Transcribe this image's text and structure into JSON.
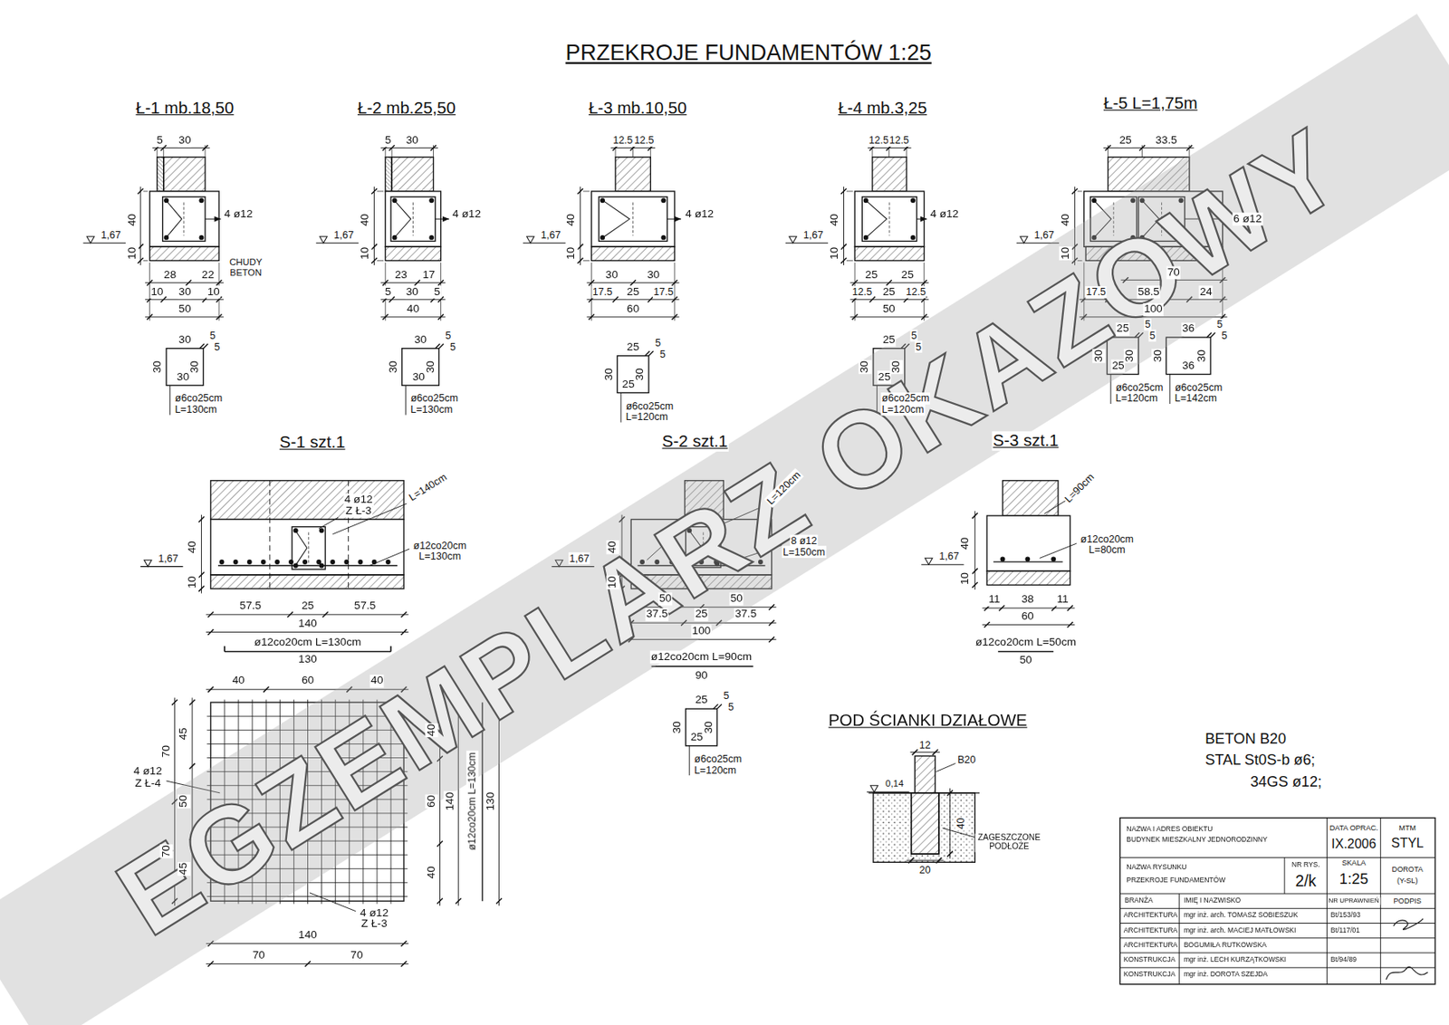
{
  "diagram": {
    "title": "PRZEKROJE FUNDAMENTÓW 1:25",
    "labels": [
      "Ł-1 mb.18,50",
      "5",
      "30",
      "40",
      "10",
      "1,67",
      "4 ø12",
      "CHUDY BETON",
      "28",
      "22",
      "10",
      "30",
      "10",
      "50",
      "30",
      "5",
      "5",
      "30",
      "30",
      "30",
      "ø6co25cm",
      "L=130cm",
      "Ł-2 mb.25,50",
      "5",
      "30",
      "40",
      "10",
      "1,67",
      "4 ø12",
      "23",
      "17",
      "5",
      "30",
      "5",
      "40",
      "30",
      "5",
      "5",
      "30",
      "30",
      "30",
      "ø6co25cm",
      "L=130cm",
      "Ł-3 mb.10,50",
      "12.5",
      "12.5",
      "40",
      "10",
      "1,67",
      "4 ø12",
      "30",
      "30",
      "17.5",
      "25",
      "17.5",
      "60",
      "25",
      "5",
      "5",
      "30",
      "30",
      "25",
      "ø6co25cm",
      "L=120cm",
      "Ł-4 mb.3,25",
      "12.5",
      "12.5",
      "40",
      "10",
      "1,67",
      "4 ø12",
      "25",
      "25",
      "12.5",
      "25",
      "12.5",
      "50",
      "25",
      "5",
      "5",
      "30",
      "30",
      "25",
      "ø6co25cm",
      "L=120cm",
      "Ł-5 L=1,75m",
      "25",
      "33.5",
      "40",
      "10",
      "1,67",
      "6 ø12",
      "70",
      "17.5",
      "58.5",
      "24",
      "100",
      "25",
      "5",
      "5",
      "30",
      "30",
      "25",
      "ø6co25cm",
      "L=120cm",
      "36",
      "5",
      "5",
      "30",
      "30",
      "36",
      "ø6co25cm",
      "L=142cm",
      "S-1 szt.1",
      "4 ø12",
      "Z Ł-3",
      "L=140cm",
      "ø12co20cm",
      "L=130cm",
      "1,67",
      "40",
      "10",
      "57.5",
      "25",
      "57.5",
      "140",
      "ø12co20cm L=130cm",
      "130",
      "40",
      "60",
      "40",
      "4 ø12",
      "Z Ł-4",
      "70",
      "45",
      "50",
      "45",
      "70",
      "40",
      "60",
      "40",
      "140",
      "ø12co20cm L=130cm",
      "130",
      "4 ø12",
      "Z Ł-3",
      "140",
      "70",
      "70",
      "S-2 szt.1",
      "L=120cm",
      "8 ø12",
      "L=150cm",
      "1,67",
      "40",
      "10",
      "50",
      "50",
      "37.5",
      "25",
      "37.5",
      "100",
      "ø12co20cm L=90cm",
      "90",
      "25",
      "5",
      "5",
      "30",
      "30",
      "25",
      "ø6co25cm",
      "L=120cm",
      "S-3 szt.1",
      "L=90cm",
      "ø12co20cm",
      "L=80cm",
      "1,67",
      "40",
      "10",
      "11",
      "38",
      "11",
      "60",
      "ø12co20cm L=50cm",
      "50",
      "POD ŚCIANKI DZIAŁOWE",
      "12",
      "B20",
      "0,14",
      "40",
      "20",
      "ZAGESZCZONE PODŁOŻE",
      "BETON B20",
      "STAL St0S-b ø6;",
      "34GS ø12;",
      "NAZWA I ADRES OBIEKTU",
      "BUDYNEK MIESZKALNY JEDNORODZINNY",
      "DATA OPRAC.",
      "IX.2006",
      "MTM",
      "STYL",
      "NAZWA RYSUNKU",
      "PRZEKROJE FUNDAMENTÓW",
      "NR RYS.",
      "2/k",
      "SKALA",
      "1:25",
      "DOROTA",
      "(Y-SL)",
      "BRANŻA",
      "IMIĘ I NAZWISKO",
      "NR UPRAWNIEŃ",
      "PODPIS",
      "ARCHITEKTURA",
      "mgr inż. arch. TOMASZ SOBIESZUK",
      "Bt/153/93",
      "ARCHITEKTURA",
      "mgr inż. arch. MACIEJ MATŁOWSKI",
      "Bt/117/01",
      "ARCHITEKTURA",
      "BOGUMIŁA RUTKOWSKA",
      "KONSTRUKCJA",
      "mgr inż. LECH KURZĄTKOWSKI",
      "Bt/94/89",
      "KONSTRUKCJA",
      "mgr inż. DOROTA SZEJDA",
      "EGZEMPLARZ OKAZOWY"
    ]
  }
}
